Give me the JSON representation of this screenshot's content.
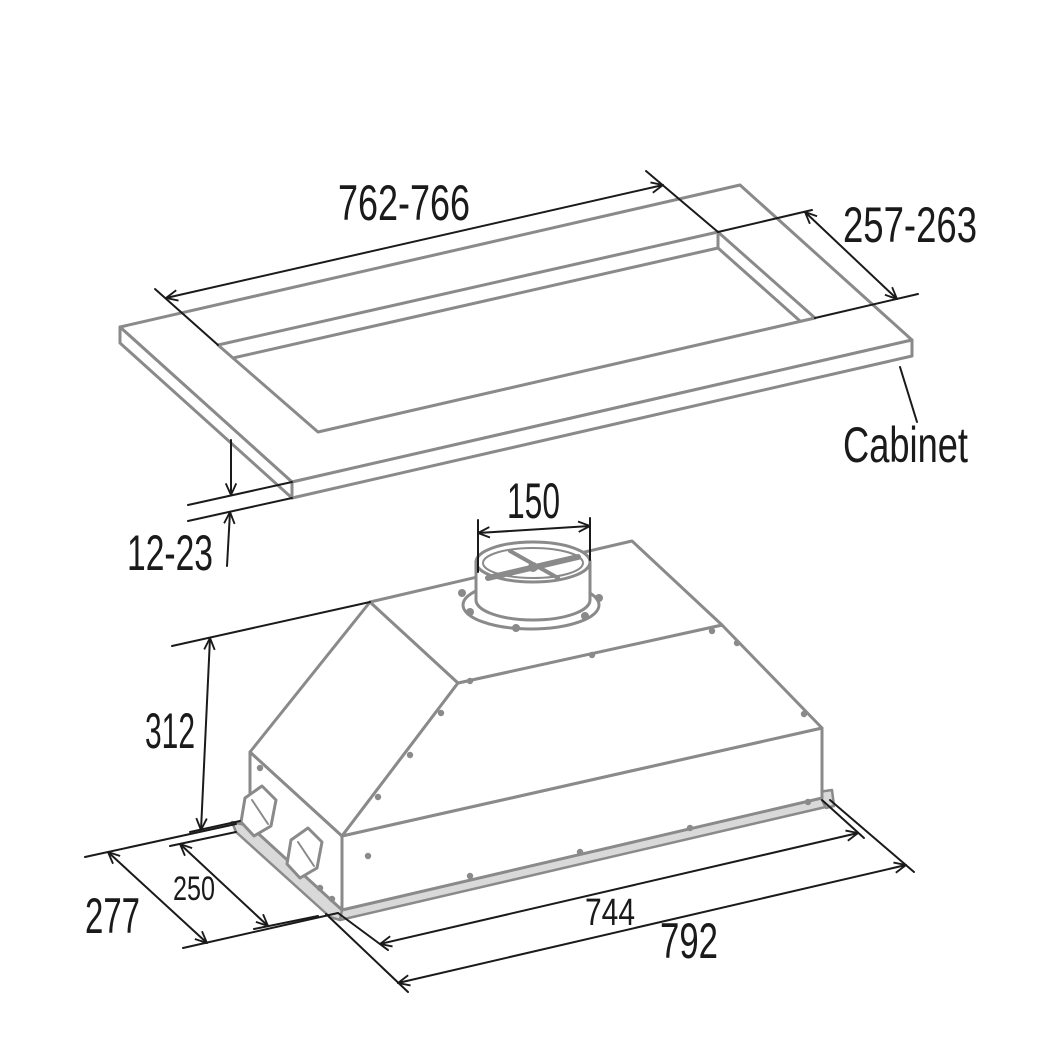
{
  "labels": {
    "cabinet_width": "762-766",
    "cabinet_depth": "257-263",
    "cabinet": "Cabinet",
    "cabinet_thickness": "12-23",
    "duct_diameter": "150",
    "hood_height": "312",
    "hood_depth_outer": "277",
    "hood_depth_inner": "250",
    "hood_width_inner": "744",
    "hood_width_outer": "792"
  },
  "colors": {
    "outline": "#8a8a8a",
    "dimension": "#1a1a1a",
    "trim": "#d9d9d9"
  }
}
